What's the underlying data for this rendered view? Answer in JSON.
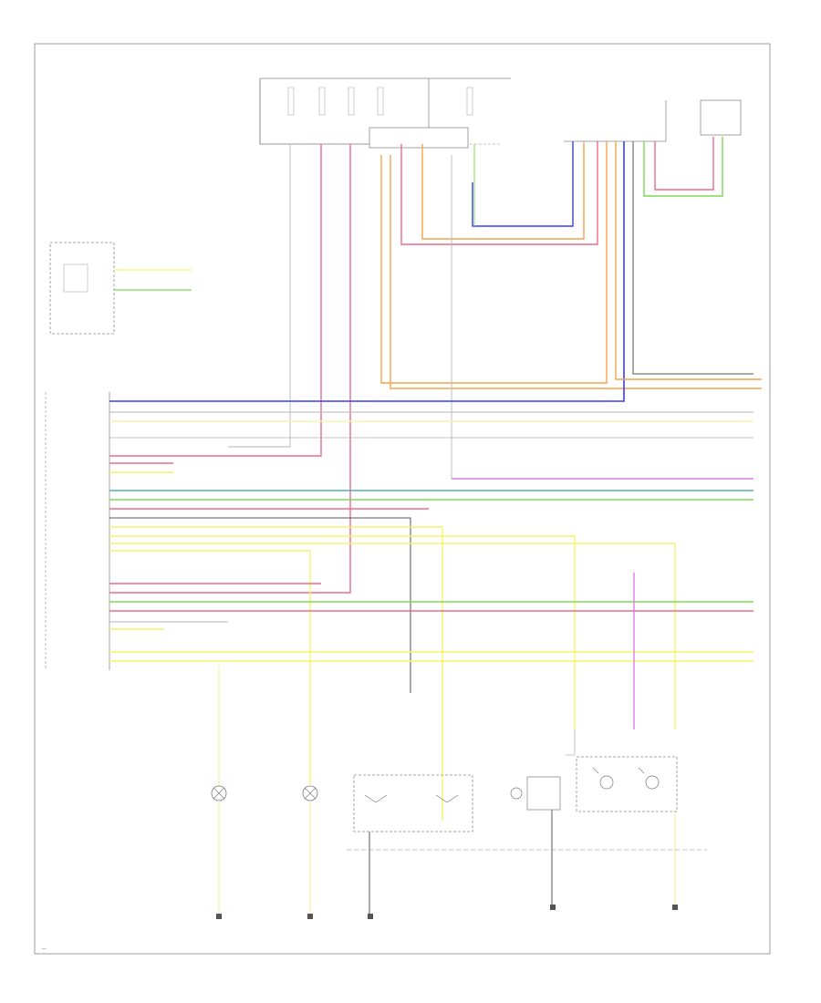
{
  "footer": {
    "code": "—"
  },
  "colors": {
    "background": "#ffffff",
    "border": "#9e9e9e",
    "component_outline": "#8a8a8a",
    "text": "#606060",
    "wire_green": "#7ed957",
    "wire_pink": "#f06a8c",
    "wire_orange": "#f7a24a",
    "wire_blue": "#3a3aff",
    "wire_yellow": "#f4f46a",
    "wire_violet": "#e27be8",
    "wire_teal": "#4fb3b3",
    "wire_grey": "#b5b5b5",
    "wire_dark": "#555555",
    "wire_light_yellow": "#f7f3b0"
  },
  "components": [
    {
      "id": "fuse_block_left"
    },
    {
      "id": "fuse_block_right"
    },
    {
      "id": "junction_box"
    },
    {
      "id": "combination_switch"
    },
    {
      "id": "steering_module"
    },
    {
      "id": "left_module"
    },
    {
      "id": "central_module"
    },
    {
      "id": "lamp_left"
    },
    {
      "id": "lamp_center"
    },
    {
      "id": "leveling_module"
    },
    {
      "id": "relay"
    },
    {
      "id": "headlamp_right"
    }
  ],
  "grounds": [
    {
      "id": "ground_1"
    },
    {
      "id": "ground_2"
    },
    {
      "id": "ground_3"
    },
    {
      "id": "ground_4"
    },
    {
      "id": "ground_5"
    }
  ]
}
